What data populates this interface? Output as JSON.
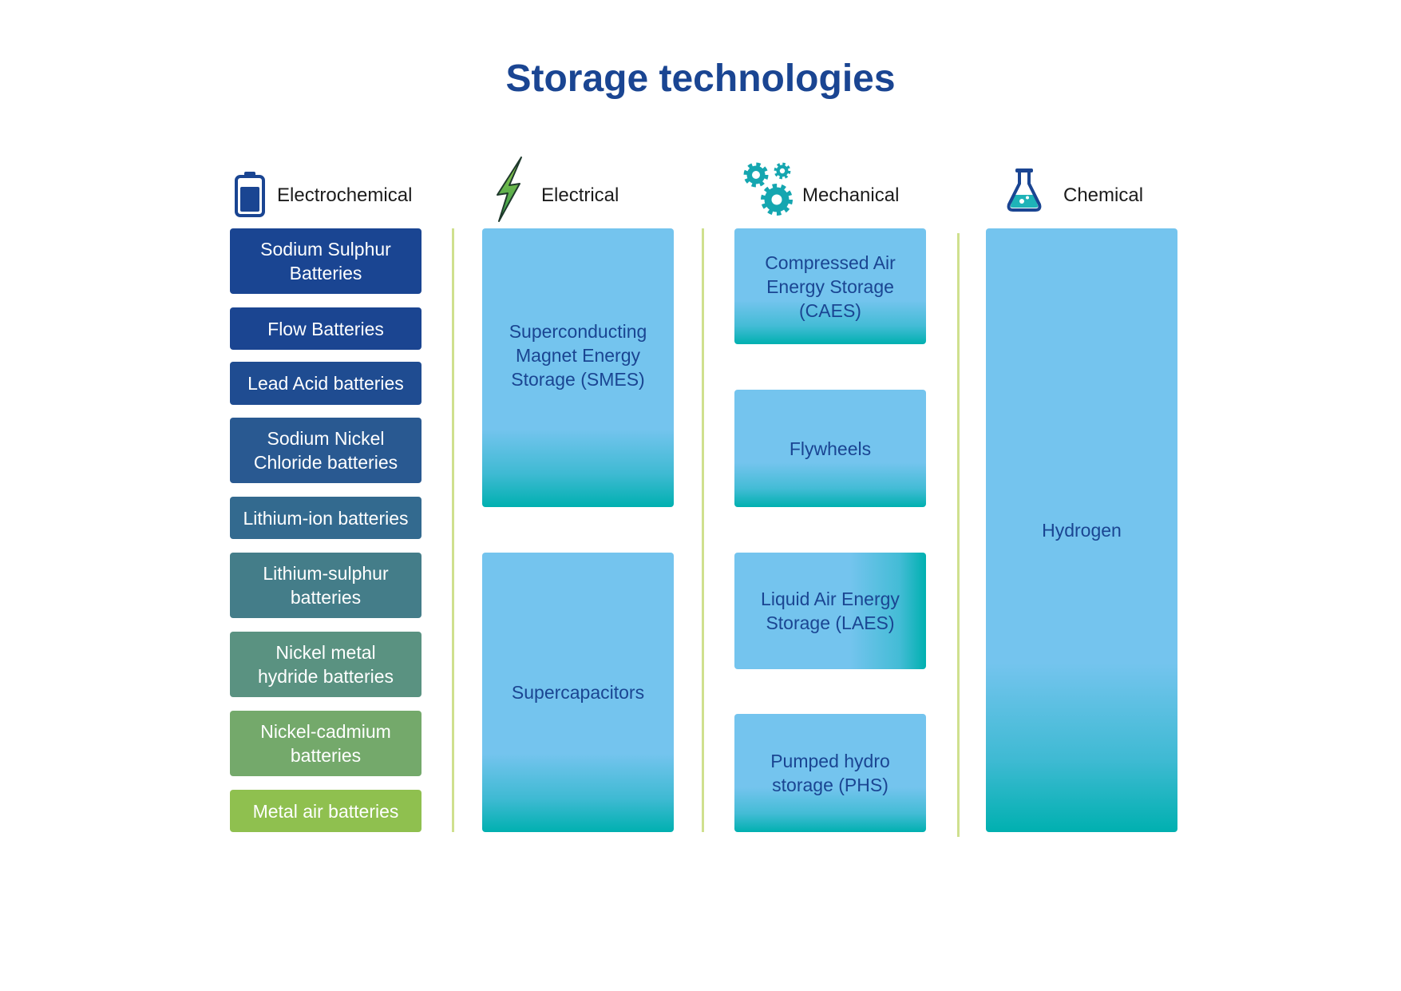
{
  "title": "Storage technologies",
  "colors": {
    "title": "#1a4592",
    "box_text": "#1a4592",
    "light_blue": "#74c4ee",
    "teal": "#00b0b0",
    "divider": "#cfe08e"
  },
  "categories": [
    {
      "label": "Electrochemical",
      "icon": "battery-icon",
      "items": [
        "Sodium Sulphur Batteries",
        "Flow Batteries",
        "Lead Acid batteries",
        "Sodium Nickel Chloride batteries",
        "Lithium-ion batteries",
        "Lithium-sulphur batteries",
        "Nickel metal hydride batteries",
        "Nickel-cadmium batteries",
        "Metal air batteries"
      ],
      "item_colors": [
        "#1a4592",
        "#1b4591",
        "#1f4c91",
        "#295991",
        "#336a8f",
        "#447d89",
        "#5a9281",
        "#74a96b",
        "#8fc04f"
      ]
    },
    {
      "label": "Electrical",
      "icon": "lightning-icon",
      "items": [
        "Superconducting Magnet Energy Storage (SMES)",
        "Supercapacitors"
      ]
    },
    {
      "label": "Mechanical",
      "icon": "gears-icon",
      "items": [
        "Compressed Air Energy Storage (CAES)",
        "Flywheels",
        "Liquid Air Energy Storage (LAES)",
        "Pumped hydro storage (PHS)"
      ]
    },
    {
      "label": "Chemical",
      "icon": "flask-icon",
      "items": [
        "Hydrogen"
      ]
    }
  ]
}
